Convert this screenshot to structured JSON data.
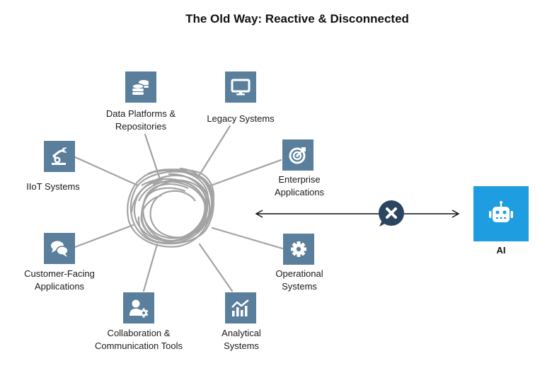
{
  "title": "The Old Way: Reactive & Disconnected",
  "colors": {
    "node_fill": "#5a7f9d",
    "ai_fill": "#1e9ee0",
    "tangle_stroke": "#a3a3a3",
    "blocked_badge": "#2b4560",
    "arrow": "#111111"
  },
  "nodes": [
    {
      "id": "data-platforms",
      "icon": "database-icon",
      "label_lines": [
        "Data Platforms &",
        "Repositories"
      ]
    },
    {
      "id": "legacy-systems",
      "icon": "monitor-icon",
      "label_lines": [
        "Legacy Systems"
      ]
    },
    {
      "id": "iiot-systems",
      "icon": "robotic-arm-icon",
      "label_lines": [
        "IIoT Systems"
      ]
    },
    {
      "id": "enterprise-applications",
      "icon": "target-icon",
      "label_lines": [
        "Enterprise",
        "Applications"
      ]
    },
    {
      "id": "customer-facing-applications",
      "icon": "chat-bubbles-icon",
      "label_lines": [
        "Customer-Facing",
        "Applications"
      ]
    },
    {
      "id": "operational-systems",
      "icon": "gear-icon",
      "label_lines": [
        "Operational",
        "Systems"
      ]
    },
    {
      "id": "collaboration-tools",
      "icon": "user-gear-icon",
      "label_lines": [
        "Collaboration &",
        "Communication Tools"
      ]
    },
    {
      "id": "analytical-systems",
      "icon": "chart-icon",
      "label_lines": [
        "Analytical",
        "Systems"
      ]
    }
  ],
  "connection": {
    "status_icon": "blocked-x-icon",
    "meaning": "disconnected"
  },
  "ai": {
    "icon": "robot-icon",
    "label": "AI"
  }
}
